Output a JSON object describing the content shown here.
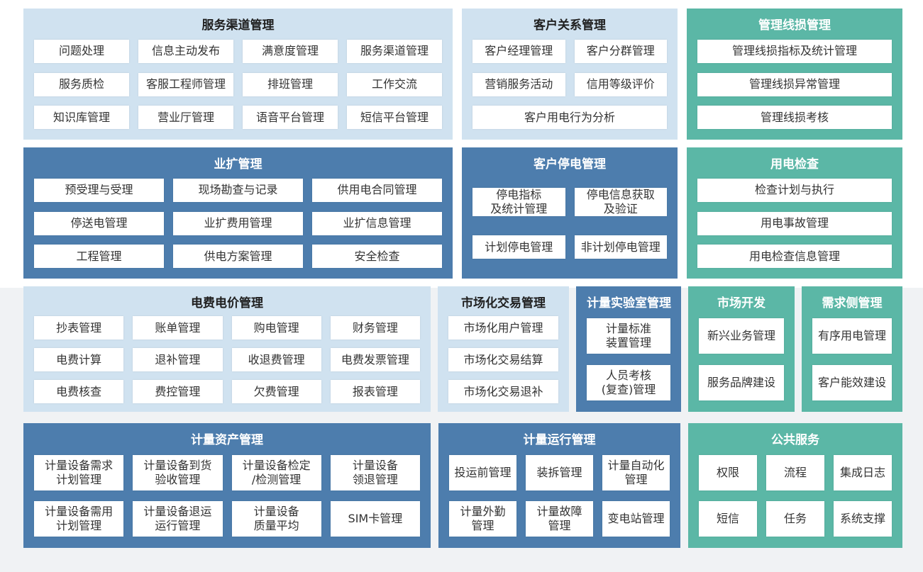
{
  "colors": {
    "light_panel": "#d0e2f0",
    "dark_panel": "#4d7dad",
    "teal_panel": "#5bb7a6",
    "title_dark": "#1f1f1f",
    "title_light": "#ffffff",
    "cell_bg": "#ffffff",
    "cell_text": "#333333",
    "lower_background": "#f0f2f4"
  },
  "panels": [
    {
      "id": "service-channel",
      "title": "服务渠道管理",
      "theme": "light",
      "columns": 4,
      "items": [
        {
          "label": "问题处理"
        },
        {
          "label": "信息主动发布"
        },
        {
          "label": "满意度管理"
        },
        {
          "label": "服务渠道管理"
        },
        {
          "label": "服务质检"
        },
        {
          "label": "客服工程师管理"
        },
        {
          "label": "排班管理"
        },
        {
          "label": "工作交流"
        },
        {
          "label": "知识库管理"
        },
        {
          "label": "营业厅管理"
        },
        {
          "label": "语音平台管理"
        },
        {
          "label": "短信平台管理"
        }
      ]
    },
    {
      "id": "customer-relation",
      "title": "客户关系管理",
      "theme": "light",
      "columns": 2,
      "items": [
        {
          "label": "客户经理管理"
        },
        {
          "label": "客户分群管理"
        },
        {
          "label": "营销服务活动"
        },
        {
          "label": "信用等级评价"
        },
        {
          "label": "客户用电行为分析",
          "span": 2
        }
      ]
    },
    {
      "id": "line-loss",
      "title": "管理线损管理",
      "theme": "teal",
      "columns": 1,
      "items": [
        {
          "label": "管理线损指标及统计管理"
        },
        {
          "label": "管理线损异常管理"
        },
        {
          "label": "管理线损考核"
        }
      ]
    },
    {
      "id": "business-expansion",
      "title": "业扩管理",
      "theme": "dark",
      "columns": 3,
      "items": [
        {
          "label": "预受理与受理"
        },
        {
          "label": "现场勘查与记录"
        },
        {
          "label": "供用电合同管理"
        },
        {
          "label": "停送电管理"
        },
        {
          "label": "业扩费用管理"
        },
        {
          "label": "业扩信息管理"
        },
        {
          "label": "工程管理"
        },
        {
          "label": "供电方案管理"
        },
        {
          "label": "安全检查"
        }
      ]
    },
    {
      "id": "customer-outage",
      "title": "客户停电管理",
      "theme": "dark",
      "columns": 2,
      "items": [
        {
          "label": "停电指标\n及统计管理"
        },
        {
          "label": "停电信息获取\n及验证"
        },
        {
          "label": "计划停电管理"
        },
        {
          "label": "非计划停电管理"
        }
      ]
    },
    {
      "id": "power-inspection",
      "title": "用电检查",
      "theme": "teal",
      "columns": 1,
      "items": [
        {
          "label": "检查计划与执行"
        },
        {
          "label": "用电事故管理"
        },
        {
          "label": "用电检查信息管理"
        }
      ]
    },
    {
      "id": "billing-pricing",
      "title": "电费电价管理",
      "theme": "light",
      "columns": 4,
      "items": [
        {
          "label": "抄表管理"
        },
        {
          "label": "账单管理"
        },
        {
          "label": "购电管理"
        },
        {
          "label": "财务管理"
        },
        {
          "label": "电费计算"
        },
        {
          "label": "退补管理"
        },
        {
          "label": "收退费管理"
        },
        {
          "label": "电费发票管理"
        },
        {
          "label": "电费核查"
        },
        {
          "label": "费控管理"
        },
        {
          "label": "欠费管理"
        },
        {
          "label": "报表管理"
        }
      ]
    },
    {
      "id": "market-trading",
      "title": "市场化交易管理",
      "theme": "light",
      "columns": 1,
      "items": [
        {
          "label": "市场化用户管理"
        },
        {
          "label": "市场化交易结算"
        },
        {
          "label": "市场化交易退补"
        }
      ]
    },
    {
      "id": "metering-lab",
      "title": "计量实验室管理",
      "theme": "dark",
      "columns": 1,
      "items": [
        {
          "label": "计量标准\n装置管理"
        },
        {
          "label": "人员考核\n(复查)管理"
        }
      ]
    },
    {
      "id": "market-development",
      "title": "市场开发",
      "theme": "teal",
      "columns": 1,
      "items": [
        {
          "label": "新兴业务管理"
        },
        {
          "label": "服务品牌建设"
        }
      ]
    },
    {
      "id": "demand-side",
      "title": "需求侧管理",
      "theme": "teal",
      "columns": 1,
      "items": [
        {
          "label": "有序用电管理"
        },
        {
          "label": "客户能效建设"
        }
      ]
    },
    {
      "id": "metering-assets",
      "title": "计量资产管理",
      "theme": "dark",
      "columns": 4,
      "items": [
        {
          "label": "计量设备需求\n计划管理"
        },
        {
          "label": "计量设备到货\n验收管理"
        },
        {
          "label": "计量设备检定\n/检测管理"
        },
        {
          "label": "计量设备\n领退管理"
        },
        {
          "label": "计量设备需用\n计划管理"
        },
        {
          "label": "计量设备退运\n运行管理"
        },
        {
          "label": "计量设备\n质量平均"
        },
        {
          "label": "SIM卡管理"
        }
      ]
    },
    {
      "id": "metering-operation",
      "title": "计量运行管理",
      "theme": "dark",
      "columns": 3,
      "items": [
        {
          "label": "投运前管理"
        },
        {
          "label": "装拆管理"
        },
        {
          "label": "计量自动化\n管理"
        },
        {
          "label": "计量外勤\n管理"
        },
        {
          "label": "计量故障\n管理"
        },
        {
          "label": "变电站管理"
        }
      ]
    },
    {
      "id": "public-services",
      "title": "公共服务",
      "theme": "teal",
      "columns": 3,
      "items": [
        {
          "label": "权限"
        },
        {
          "label": "流程"
        },
        {
          "label": "集成日志"
        },
        {
          "label": "短信"
        },
        {
          "label": "任务"
        },
        {
          "label": "系统支撑"
        }
      ]
    }
  ]
}
